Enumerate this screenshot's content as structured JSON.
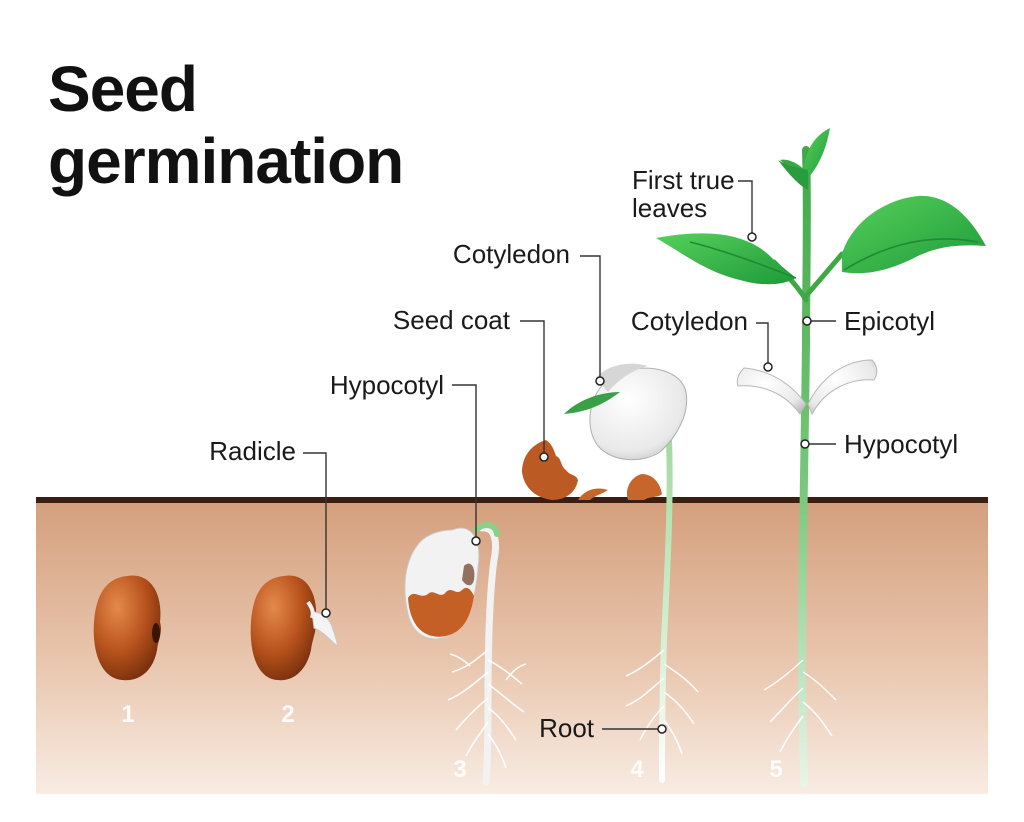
{
  "title": {
    "line1": "Seed",
    "line2": "germination"
  },
  "stages": [
    {
      "number": "1"
    },
    {
      "number": "2",
      "labels": {
        "radicle": "Radicle"
      }
    },
    {
      "number": "3",
      "labels": {
        "hypocotyl": "Hypocotyl"
      }
    },
    {
      "number": "4",
      "labels": {
        "seed_coat": "Seed coat",
        "cotyledon": "Cotyledon",
        "root": "Root"
      }
    },
    {
      "number": "5",
      "labels": {
        "first_true_leaves": [
          "First true",
          "leaves"
        ],
        "cotyledon": "Cotyledon",
        "epicotyl": "Epicotyl",
        "hypocotyl": "Hypocotyl"
      }
    }
  ],
  "colors": {
    "soil_top": "#d9a27e",
    "soil_bottom": "#f6e7dd",
    "ground_line": "#3b1e12",
    "seed": "#b6511c",
    "stem": "#4caf50",
    "leaf": "#2db34a",
    "cotyledon": "#f0f0f0"
  }
}
